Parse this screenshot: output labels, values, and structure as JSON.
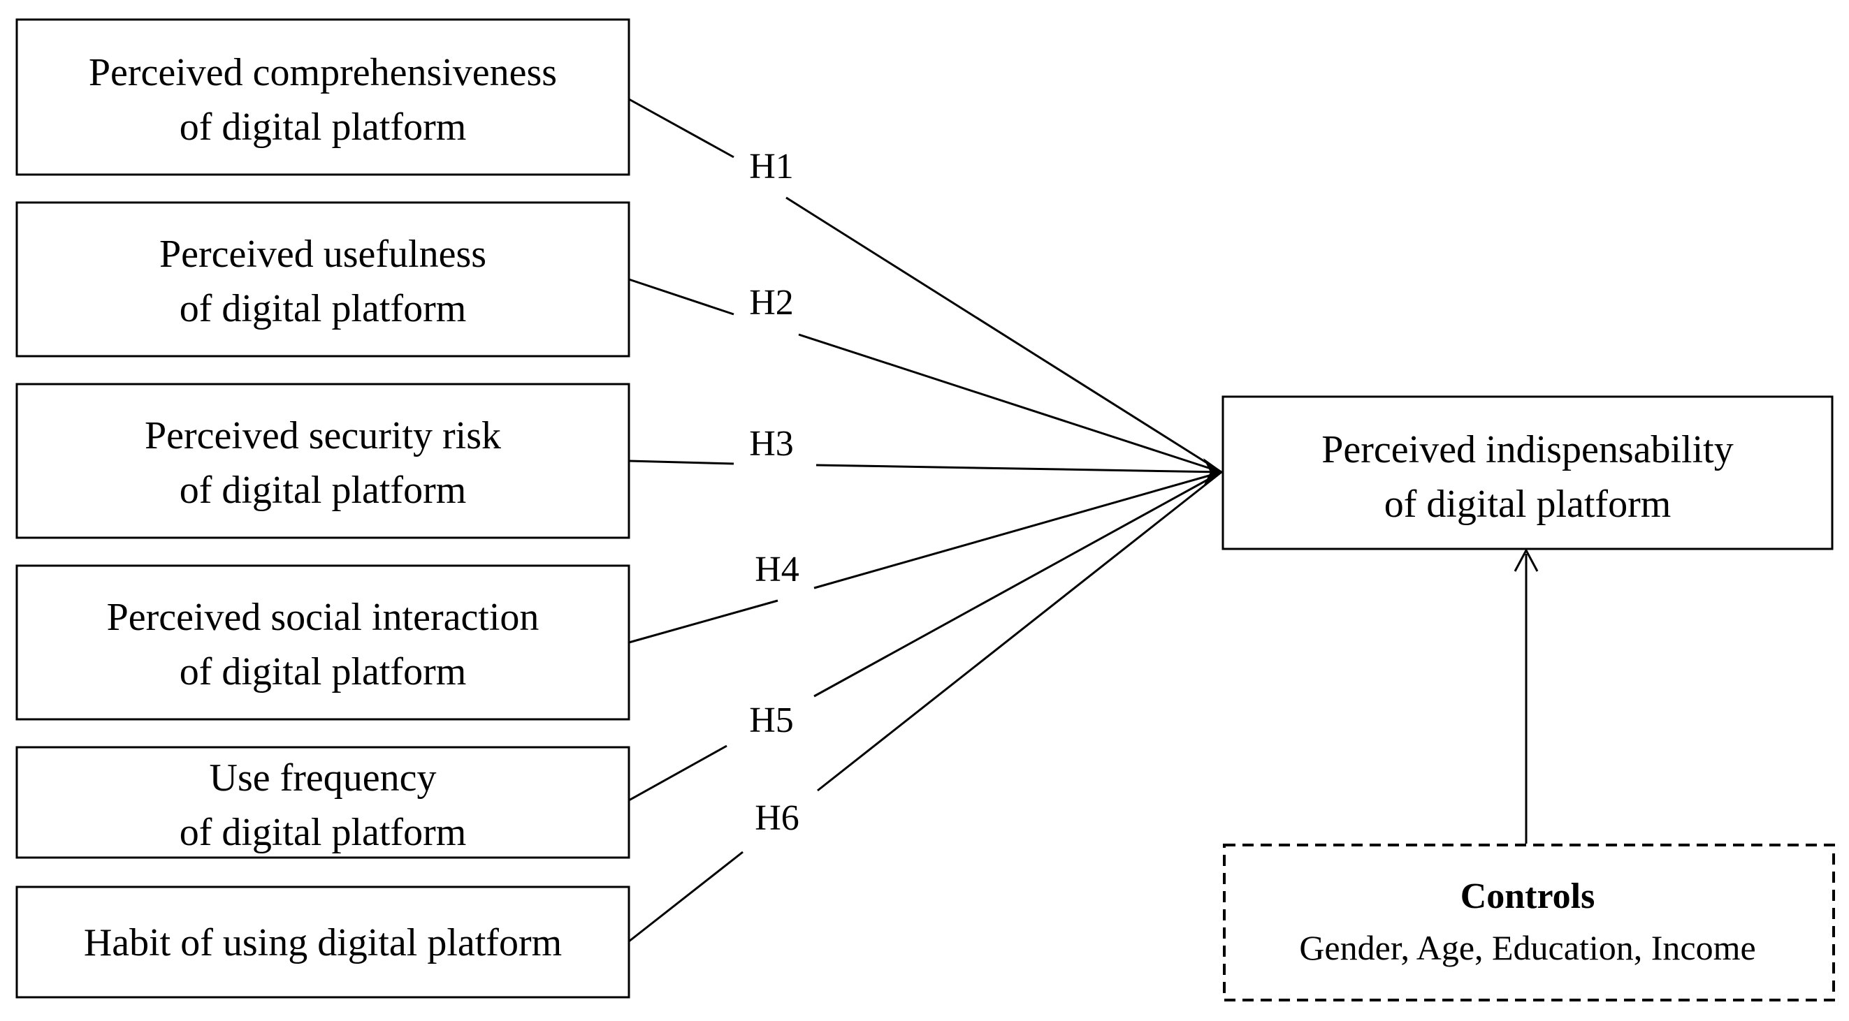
{
  "predictors": [
    {
      "lines": [
        "Perceived comprehensiveness",
        "of digital platform"
      ]
    },
    {
      "lines": [
        "Perceived usefulness",
        "of digital platform"
      ]
    },
    {
      "lines": [
        "Perceived security risk",
        "of digital platform"
      ]
    },
    {
      "lines": [
        "Perceived social interaction",
        "of digital platform"
      ]
    },
    {
      "lines": [
        "Use frequency",
        "of digital platform"
      ]
    },
    {
      "lines": [
        "Habit of using digital platform"
      ]
    }
  ],
  "hypotheses": [
    "H1",
    "H2",
    "H3",
    "H4",
    "H5",
    "H6"
  ],
  "outcome": {
    "lines": [
      "Perceived indispensability",
      "of digital platform"
    ]
  },
  "controls": {
    "title": "Controls",
    "items": "Gender, Age, Education, Income"
  }
}
